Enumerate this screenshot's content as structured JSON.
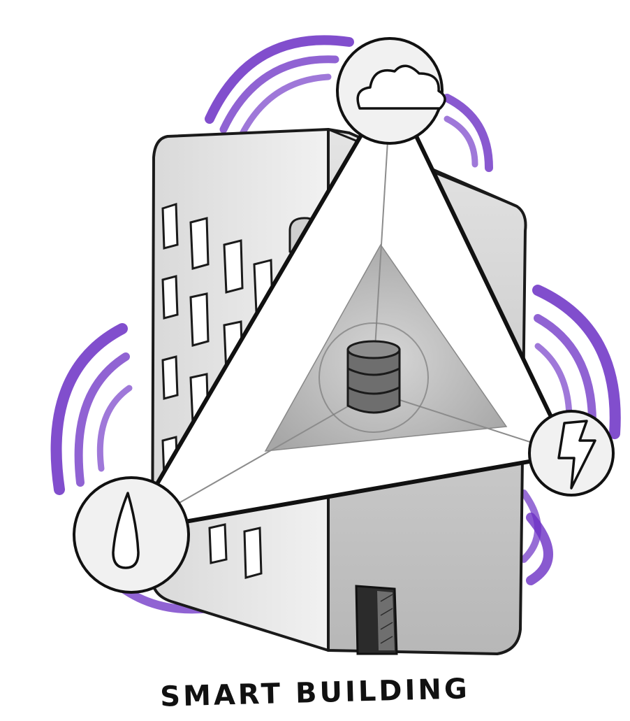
{
  "caption": "SMART BUILDING",
  "colors": {
    "wave": "#6b2fc4",
    "outline": "#1a1a1a",
    "building_light": "#e9e9e9",
    "building_mid": "#c9c9c9",
    "building_dark": "#9a9a9a",
    "triangle_fill": "#ffffff",
    "inner_triangle": "#b8b8b8",
    "database": "#6e6e6e"
  },
  "nodes": [
    {
      "id": "cloud",
      "icon": "cloud-icon"
    },
    {
      "id": "water",
      "icon": "water-drop-icon"
    },
    {
      "id": "power",
      "icon": "lightning-icon"
    },
    {
      "id": "data",
      "icon": "database-icon"
    }
  ],
  "decorations": [
    "wifi-waves-top",
    "wifi-waves-left",
    "wifi-waves-right"
  ]
}
